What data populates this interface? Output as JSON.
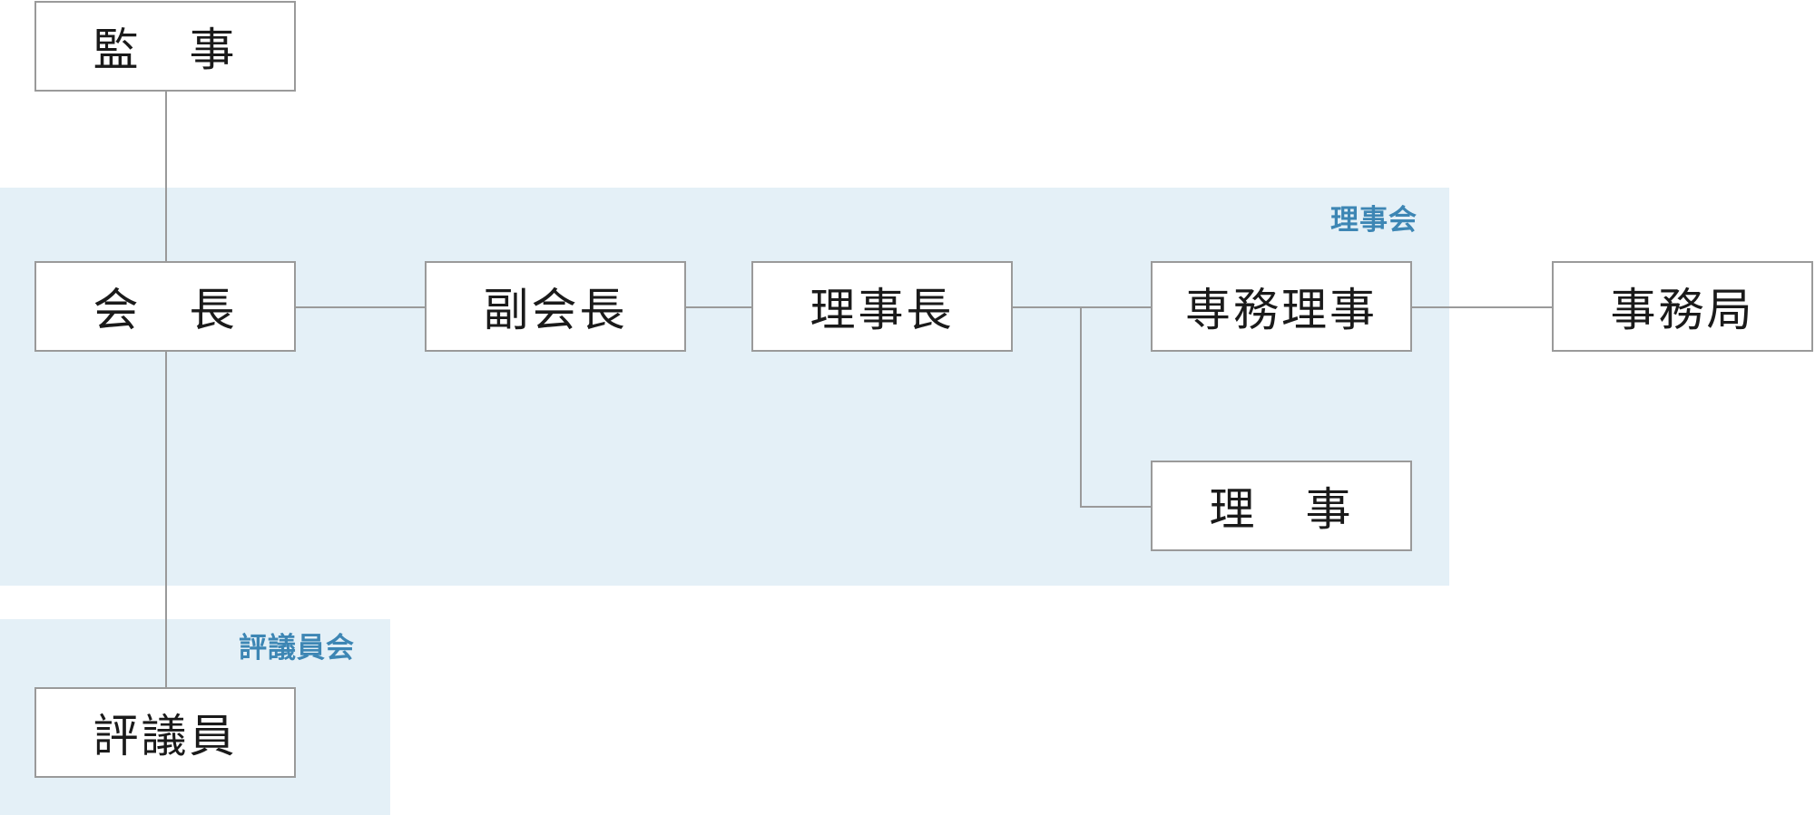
{
  "regions": {
    "board_label": "理事会",
    "council_label": "評議員会"
  },
  "nodes": {
    "auditor": "監　事",
    "president": "会　長",
    "vice_president": "副会長",
    "chairman": "理事長",
    "executive_director": "専務理事",
    "secretariat": "事務局",
    "director": "理　事",
    "councilor": "評議員"
  },
  "colors": {
    "region_fill": "#e4f0f7",
    "region_label": "#3d86b4",
    "line": "#9a9a9a",
    "node_border": "#9a9a9a"
  }
}
